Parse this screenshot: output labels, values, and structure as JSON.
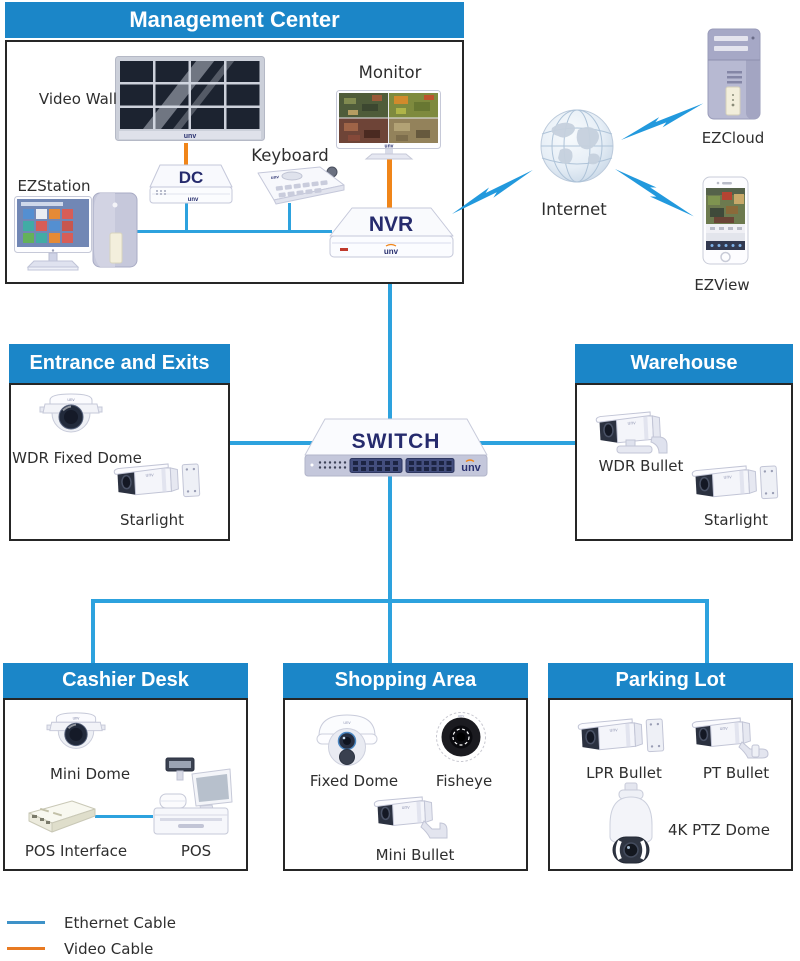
{
  "brand": "unv",
  "colors": {
    "header_blue": "#1b86c8",
    "ethernet_blue": "#2da2de",
    "video_orange": "#f08519",
    "device_text_navy": "#262b6d"
  },
  "management_center": {
    "title": "Management Center",
    "labels": {
      "video_wall": "Video Wall",
      "monitor": "Monitor",
      "keyboard": "Keyboard",
      "ezstation": "EZStation",
      "dc": "DC",
      "nvr": "NVR"
    }
  },
  "internet": {
    "label": "Internet"
  },
  "cloud": {
    "ezcloud": "EZCloud",
    "ezview": "EZView"
  },
  "switch": {
    "label": "SWITCH"
  },
  "zones": {
    "entrance": {
      "title": "Entrance and Exits",
      "dome": "WDR Fixed Dome",
      "bullet": "Starlight"
    },
    "warehouse": {
      "title": "Warehouse",
      "bullet1": "WDR Bullet",
      "bullet2": "Starlight"
    },
    "cashier": {
      "title": "Cashier Desk",
      "camera": "Mini Dome",
      "pos_interface": "POS Interface",
      "pos": "POS"
    },
    "shopping": {
      "title": "Shopping Area",
      "dome": "Fixed Dome",
      "fisheye": "Fisheye",
      "bullet": "Mini Bullet"
    },
    "parking": {
      "title": "Parking Lot",
      "lpr": "LPR Bullet",
      "pt": "PT Bullet",
      "ptz": "4K PTZ Dome"
    }
  },
  "legend": {
    "ethernet": "Ethernet Cable",
    "video": "Video Cable"
  }
}
